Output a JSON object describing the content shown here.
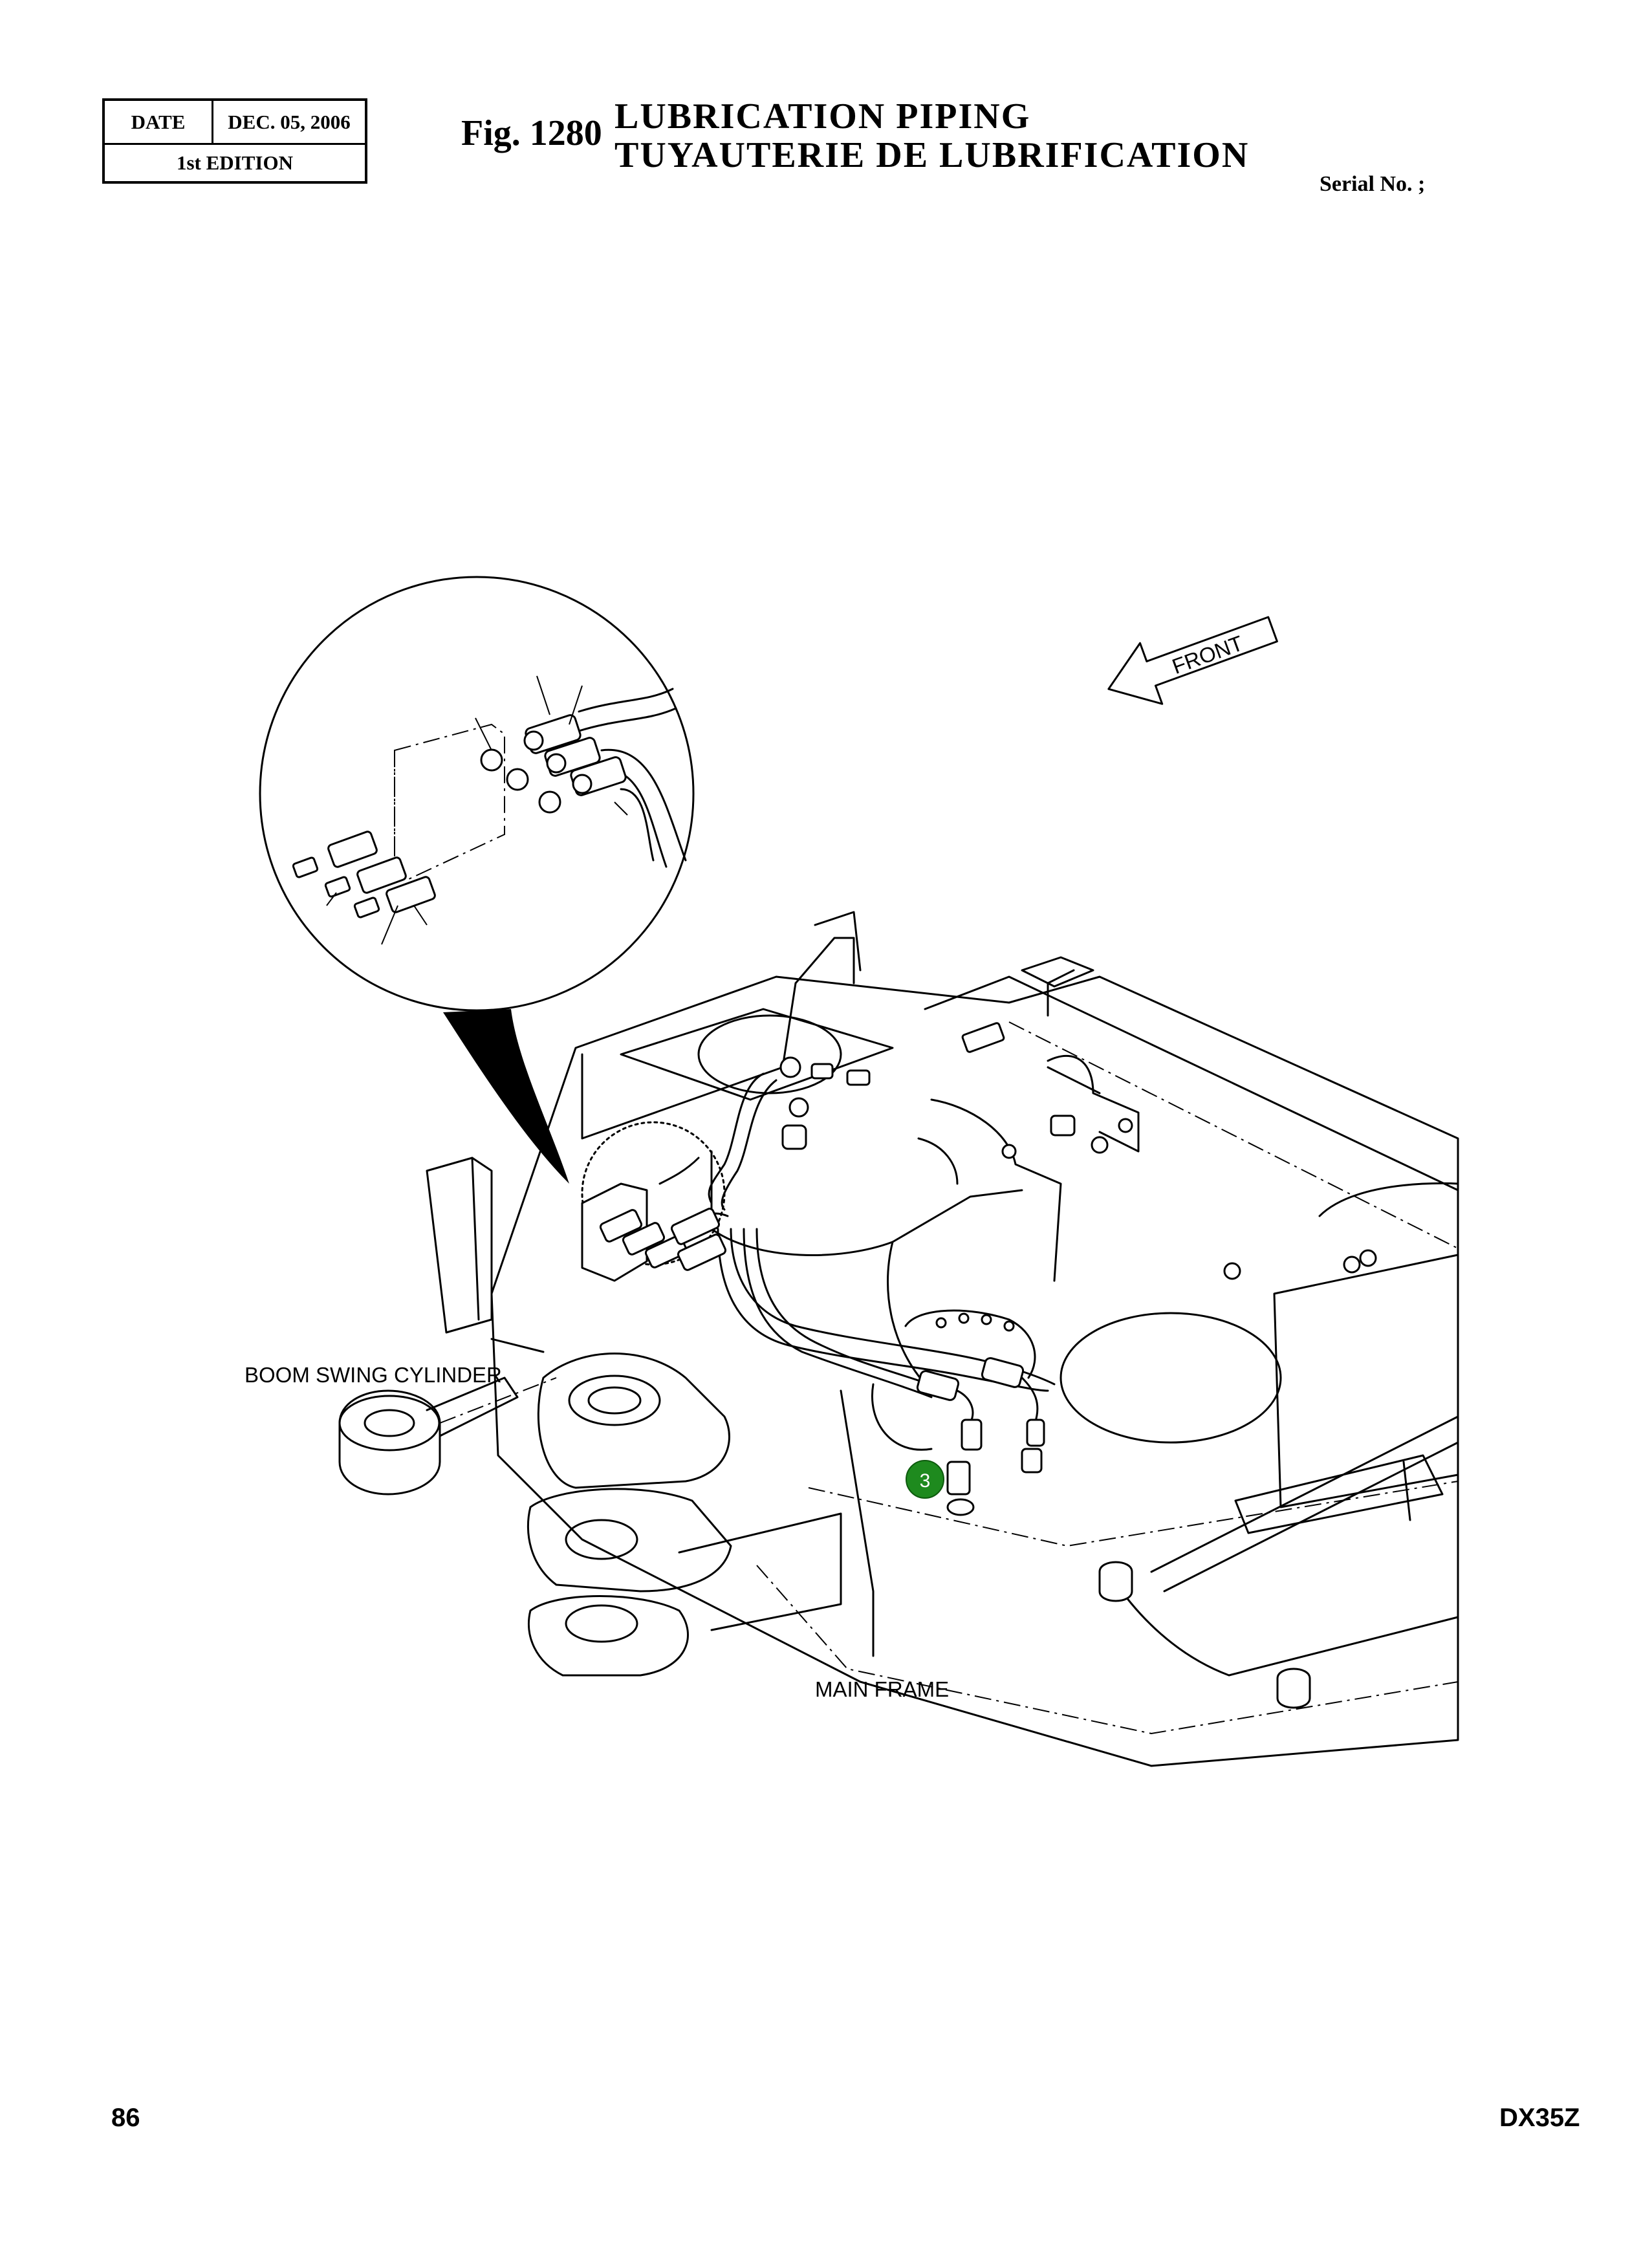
{
  "header": {
    "date_label": "DATE",
    "date_value": "DEC. 05, 2006",
    "edition": "1st EDITION",
    "fig_number": "Fig. 1280",
    "title_en": "LUBRICATION PIPING",
    "title_fr": "TUYAUTERIE DE LUBRIFICATION",
    "serial": "Serial No. ;"
  },
  "diagram": {
    "front_label": "FRONT",
    "boom_swing_cylinder_label": "BOOM SWING CYLINDER",
    "main_frame_label": "MAIN FRAME",
    "callout_number": "3",
    "callout_color": "#1e8a1e"
  },
  "footer": {
    "page_number": "86",
    "model": "DX35Z"
  }
}
